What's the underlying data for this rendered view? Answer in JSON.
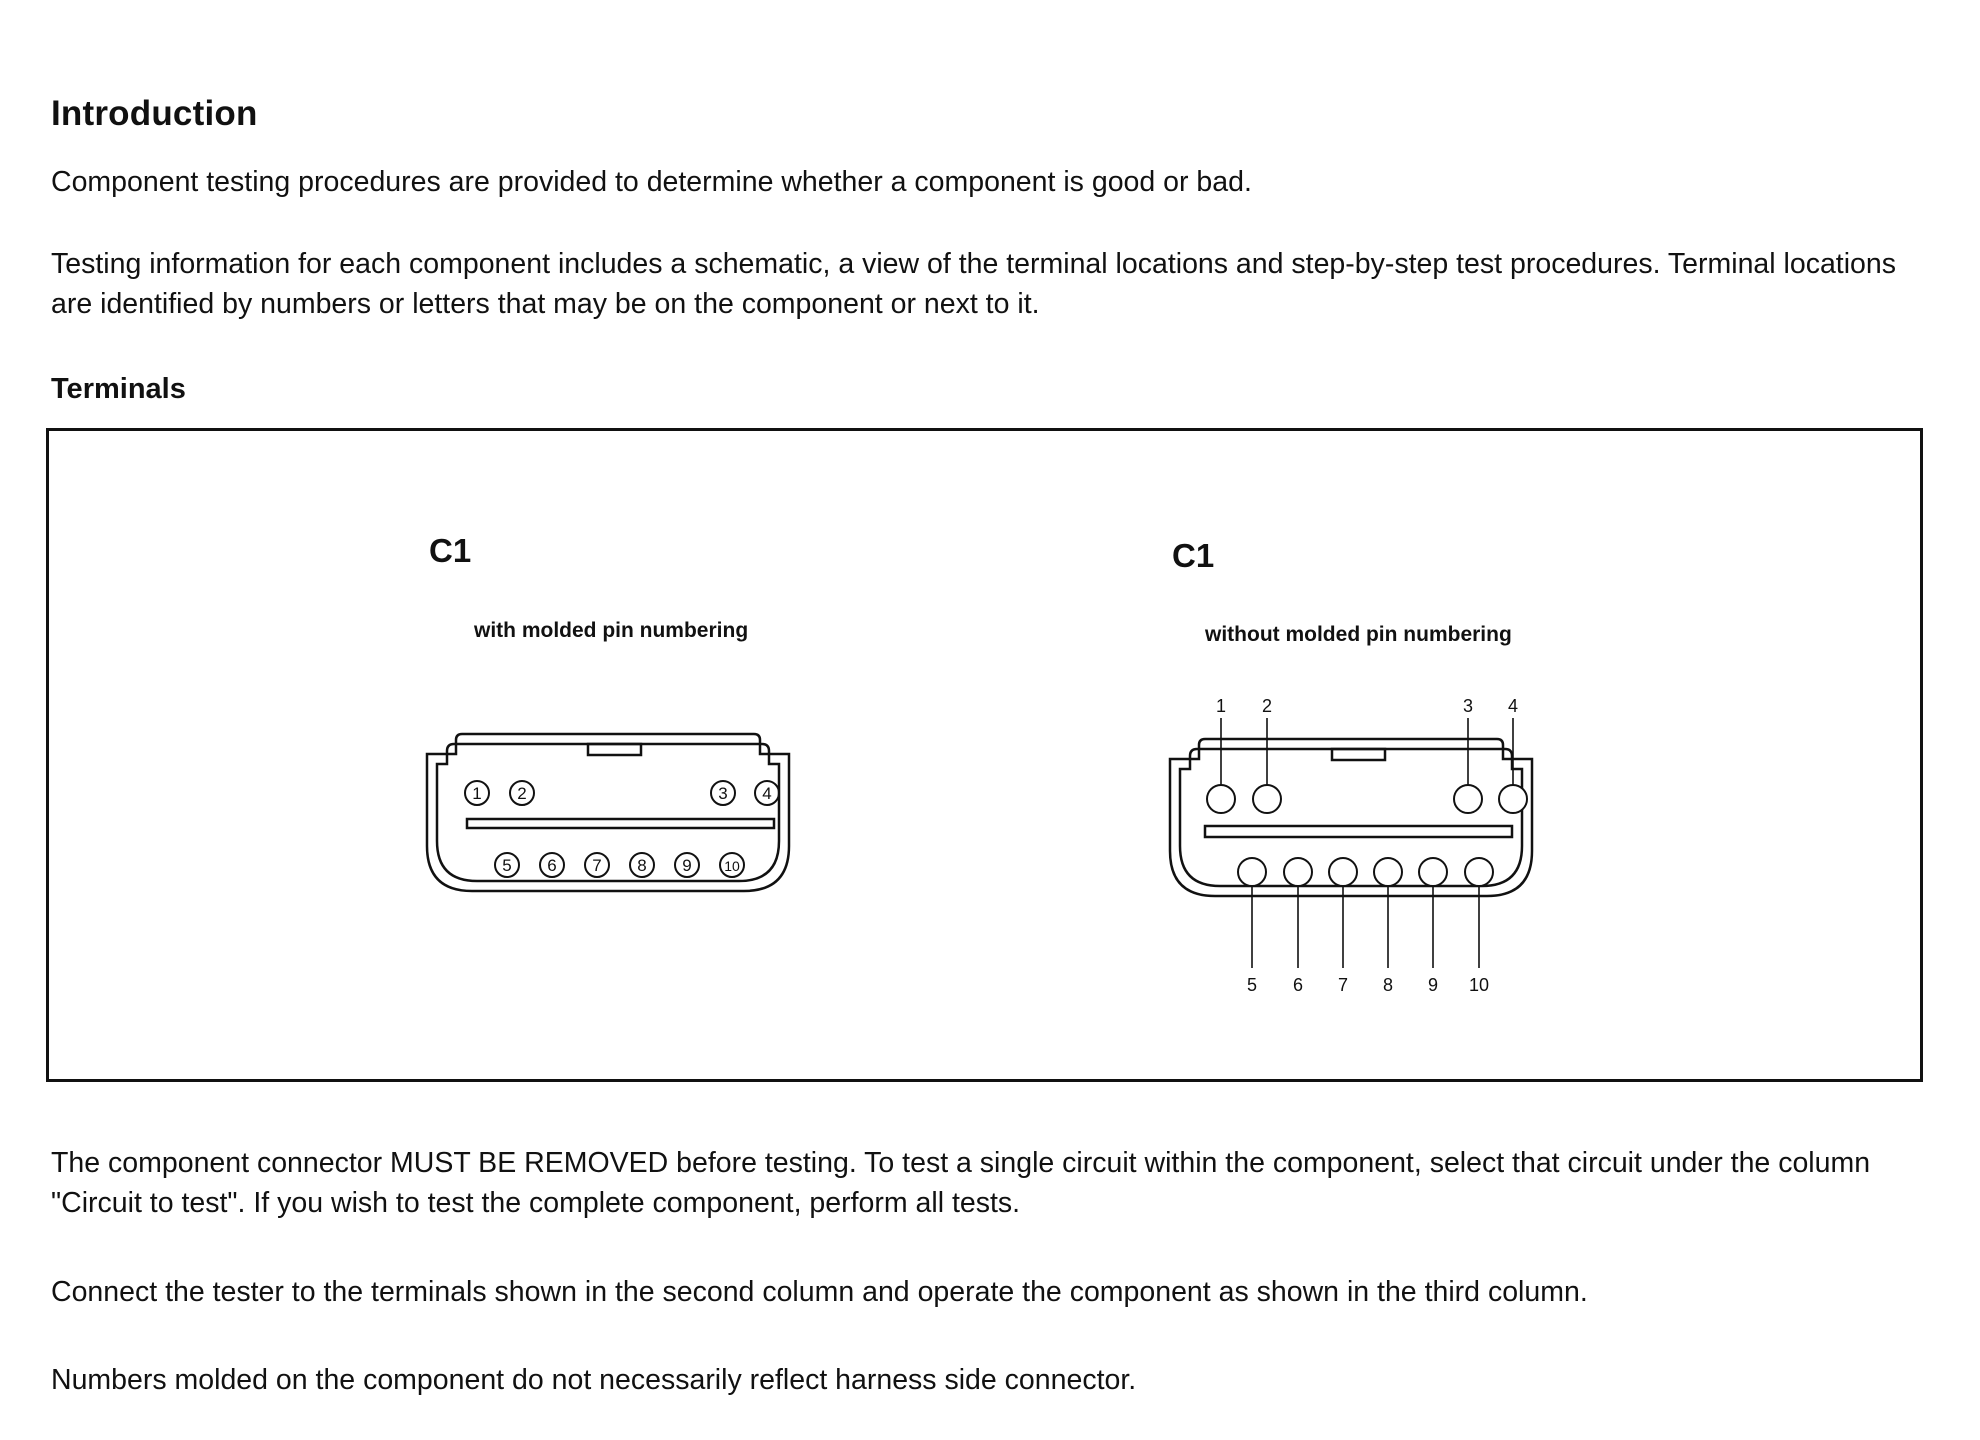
{
  "intro": {
    "heading": "Introduction",
    "para1": "Component testing procedures are provided to determine whether a component is good or bad.",
    "para2": "Testing information for each component includes a schematic, a view of the terminal locations and step-by-step test procedures.   Terminal locations are identified by numbers or letters that may be on the component or next to it."
  },
  "terminals": {
    "heading": "Terminals",
    "left_connector": {
      "title": "C1",
      "subtitle": "with molded pin numbering",
      "pins_top": [
        "1",
        "2",
        "3",
        "4"
      ],
      "pins_bottom": [
        "5",
        "6",
        "7",
        "8",
        "9",
        "10"
      ]
    },
    "right_connector": {
      "title": "C1",
      "subtitle": "without molded pin numbering",
      "pins_top": [
        "1",
        "2",
        "3",
        "4"
      ],
      "pins_bottom": [
        "5",
        "6",
        "7",
        "8",
        "9",
        "10"
      ]
    }
  },
  "footer": {
    "para3": "The component connector MUST BE REMOVED before testing. To test a single circuit within the component, select that circuit under the column \"Circuit to test\". If you wish to test the complete component, perform all tests.",
    "para4": "Connect the tester to the terminals shown in the second column and operate the component as shown in the third column.",
    "para5": "Numbers molded on the component do not necessarily reflect harness side connector."
  }
}
